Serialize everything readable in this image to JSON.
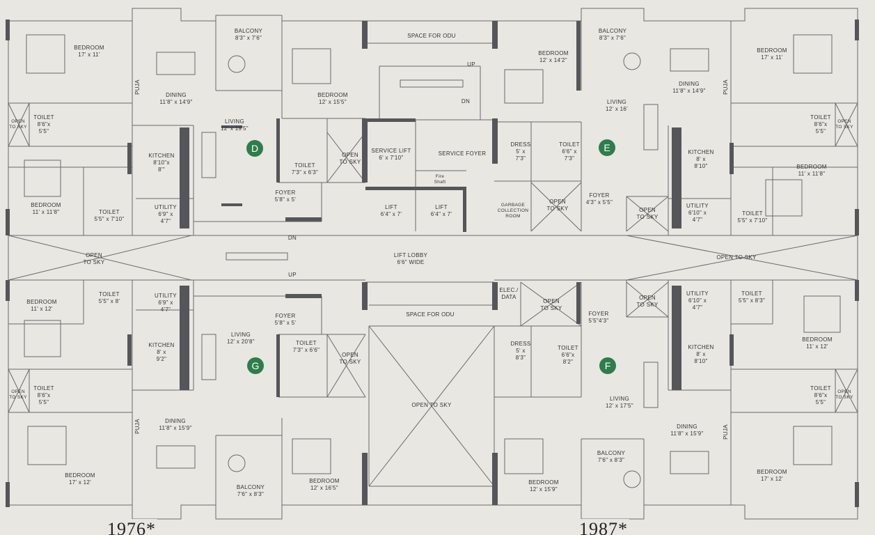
{
  "colors": {
    "wall": "#55565a",
    "line": "#6a6a6a",
    "paper": "#e9e7e2",
    "badge": "#2e7d4a"
  },
  "units": {
    "d": "D",
    "e": "E",
    "f": "F",
    "g": "G"
  },
  "areas": {
    "bottom_left": "1976*",
    "bottom_right": "1987*"
  },
  "rooms": {
    "bed_d1": "BEDROOM\n17' x 11'",
    "dining_d": "DINING\n11'8\" x 14'9\"",
    "puja_d": "PUJA",
    "balcony_d": "BALCONY\n8'3\" x 7'6\"",
    "bed_d2": "BEDROOM\n12' x 15'5\"",
    "living_d": "LIVING\n12' x 19'5\"",
    "toilet_d1": "TOILET\n8'6\"x\n5'5\"",
    "ots_d1": "OPEN\nTO SKY",
    "kitchen_d": "KITCHEN\n8'10\"x\n8'\"",
    "bed_d3": "BEDROOM\n11' x 11'8\"",
    "toilet_d2": "TOILET\n5'5\" x 7'10\"",
    "utility_d": "UTILITY\n6'9\" x\n4'7\"",
    "toilet_d3": "TOILET\n7'3\" x 6'3\"",
    "ots_d2": "OPEN\nTO SKY",
    "foyer_d": "FOYER\n5'8\" x 5'",
    "odu_top": "SPACE FOR ODU",
    "up_top": "UP",
    "dn_top": "DN",
    "service_lift": "SERVICE LIFT\n6' x 7'10\"",
    "service_foyer": "SERVICE FOYER",
    "fire_shaft": "Fire\nShaft",
    "lift_1": "LIFT\n6'4\" x 7'",
    "lift_2": "LIFT\n6'4\" x 7'",
    "bed_e1": "BEDROOM\n12' x 14'2\"",
    "balcony_e": "BALCONY\n8'3\" x 7'6\"",
    "dining_e": "DINING\n11'8\" x 14'9\"",
    "bed_e2": "BEDROOM\n17' x 11'",
    "puja_e": "PUJA",
    "living_e": "LIVING\n12' x 16'",
    "toilet_e1": "TOILET\n8'6\"x\n5'5\"",
    "ots_e1": "OPEN\nTO SKY",
    "dress_e": "DRESS\n5' x\n7'3\"",
    "toilet_e2": "TOILET\n6'6\" x\n7'3\"",
    "kitchen_e": "KITCHEN\n8' x\n8'10\"",
    "bed_e3": "BEDROOM\n11' x 11'8\"",
    "garbage": "GARBAGE\nCOLLECTION\nROOM",
    "ots_e2": "OPEN\nTO SKY",
    "foyer_e": "FOYER\n4'3\" x 5'5\"",
    "ots_e3": "OPEN\nTO SKY",
    "utility_e": "UTILITY\n6'10\" x\n4'7\"",
    "toilet_e3": "TOILET\n5'5\" x 7'10\"",
    "ots_left": "OPEN\nTO SKY",
    "lift_lobby": "LIFT LOBBY\n6'6\" WIDE",
    "ots_right": "OPEN TO SKY",
    "dn_mid": "DN",
    "up_mid": "UP",
    "bed_g1": "BEDROOM\n11' x 12'",
    "toilet_g1": "TOILET\n5'5\" x 8'",
    "utility_g": "UTILITY\n6'9\" x\n4'7\"",
    "foyer_g": "FOYER\n5'8\" x 5'",
    "kitchen_g": "KITCHEN\n8' x\n9'2\"",
    "living_g": "LIVING\n12' x 20'8\"",
    "toilet_g2": "TOILET\n7'3\" x 6'6\"",
    "ots_g1": "OPEN\nTO SKY",
    "ots_g2": "OPEN\nTO SKY",
    "toilet_g3": "TOILET\n8'6\"x\n5'5\"",
    "dining_g": "DINING\n11'8\" x 15'9\"",
    "puja_g": "PUJA",
    "bed_g2": "BEDROOM\n17' x 12'",
    "balcony_g": "BALCONY\n7'6\" x 8'3\"",
    "bed_g3": "BEDROOM\n12' x 16'5\"",
    "odu_bottom": "SPACE FOR ODU",
    "ots_center": "OPEN TO SKY",
    "elec": "ELEC./\nDATA",
    "ots_f1": "OPEN\nTO SKY",
    "foyer_f": "FOYER\n5'5\"4'3\"",
    "ots_f2": "OPEN\nTO SKY",
    "utility_f": "UTILITY\n6'10\" x\n4'7\"",
    "toilet_f1": "TOILET\n5'5\" x 8'3\"",
    "dress_f": "DRESS\n5' x\n8'3\"",
    "toilet_f2": "TOILET\n6'6\"x\n8'2\"",
    "kitchen_f": "KITCHEN\n8' x\n8'10\"",
    "bed_f1": "BEDROOM\n11' x 12'",
    "living_f": "LIVING\n12' x 17'5\"",
    "toilet_f3": "TOILET\n8'6\"x\n5'5\"",
    "ots_f3": "OPEN\nTO SKY",
    "dining_f": "DINING\n11'8\" x 15'9\"",
    "puja_f": "PUJA",
    "balcony_f": "BALCONY\n7'6\" x 8'3\"",
    "bed_f2": "BEDROOM\n12' x 15'9\"",
    "bed_f3": "BEDROOM\n17' x 12'"
  }
}
